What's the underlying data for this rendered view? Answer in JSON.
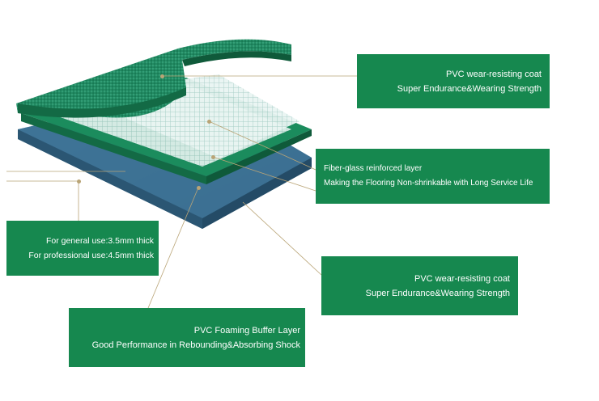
{
  "labels": {
    "top_coat": {
      "line1": "PVC wear-resisting coat",
      "line2": "Super Endurance&Wearing Strength"
    },
    "fiber_glass": {
      "line1": "Fiber-glass reinforced layer",
      "line2": "Making the Flooring Non-shrinkable with Long Service Life"
    },
    "thickness": {
      "line1": "For general use:3.5mm thick",
      "line2": "For professional use:4.5mm thick"
    },
    "middle_coat": {
      "line1": "PVC wear-resisting coat",
      "line2": "Super Endurance&Wearing Strength"
    },
    "foam_layer": {
      "line1": "PVC Foaming Buffer Layer",
      "line2": "Good Performance in Rebounding&Absorbing Shock"
    }
  },
  "colors": {
    "label_background": "#16884f",
    "label_text": "#ffffff",
    "top_layer": "#1f8a62",
    "fiber_mesh": "#d8ece9",
    "middle_layer": "#1b8c5d",
    "foam_layer": "#3c6f8e",
    "leader_line": "#b9a476"
  }
}
